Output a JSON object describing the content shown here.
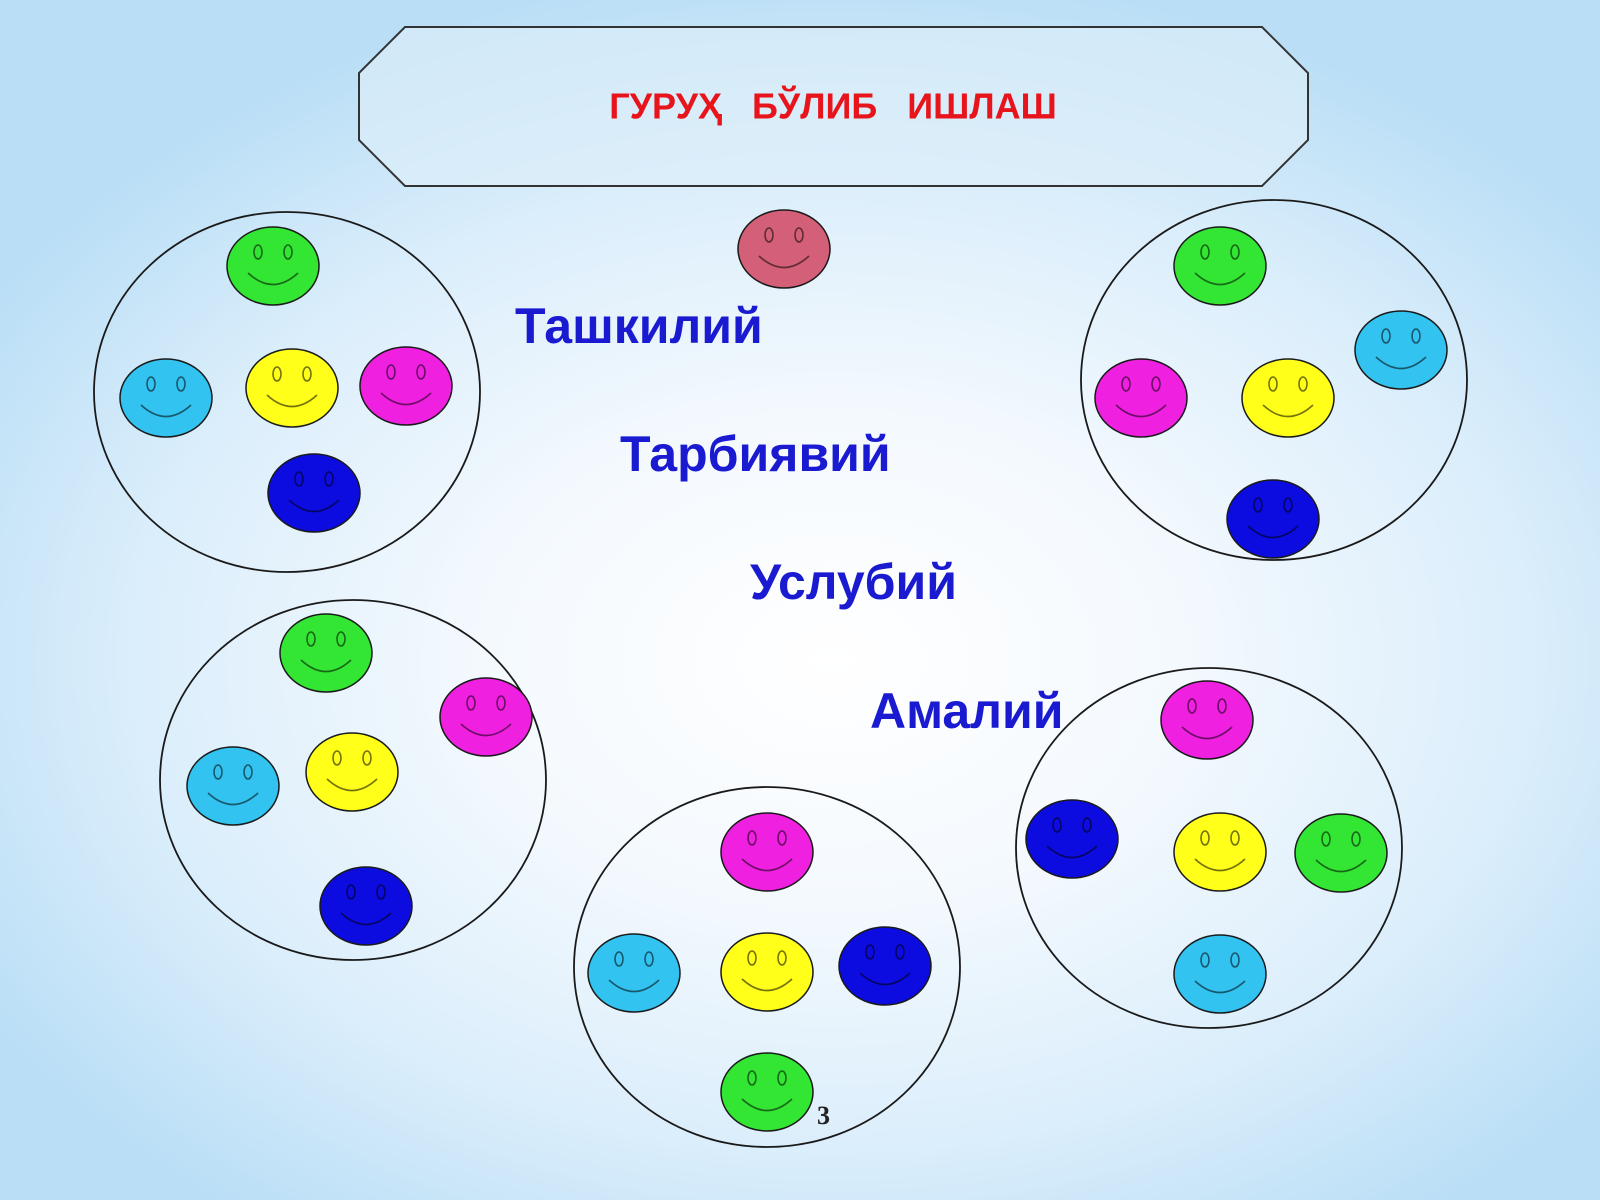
{
  "title": "ГУРУҲ   БЎЛИБ   ИШЛАШ",
  "categories": [
    "Ташкилий",
    "Тарбиявий",
    "Услубий",
    "Амалий"
  ],
  "page_number": "3",
  "colors": {
    "title_text": "#e8141c",
    "category_text": "#1a1ad0",
    "smiley_green": "#33e633",
    "smiley_cyan": "#33c3f0",
    "smiley_yellow": "#ffff1a",
    "smiley_magenta": "#f020e0",
    "smiley_blue": "#0c0ce0",
    "smiley_rose": "#d45f79"
  },
  "leader_smiley": "rose",
  "groups": [
    [
      "green",
      "cyan",
      "yellow",
      "magenta",
      "blue"
    ],
    [
      "green",
      "cyan",
      "magenta",
      "yellow",
      "blue"
    ],
    [
      "green",
      "cyan",
      "yellow",
      "magenta",
      "blue"
    ],
    [
      "magenta",
      "cyan",
      "yellow",
      "blue",
      "green"
    ],
    [
      "magenta",
      "blue",
      "yellow",
      "green",
      "cyan"
    ]
  ]
}
